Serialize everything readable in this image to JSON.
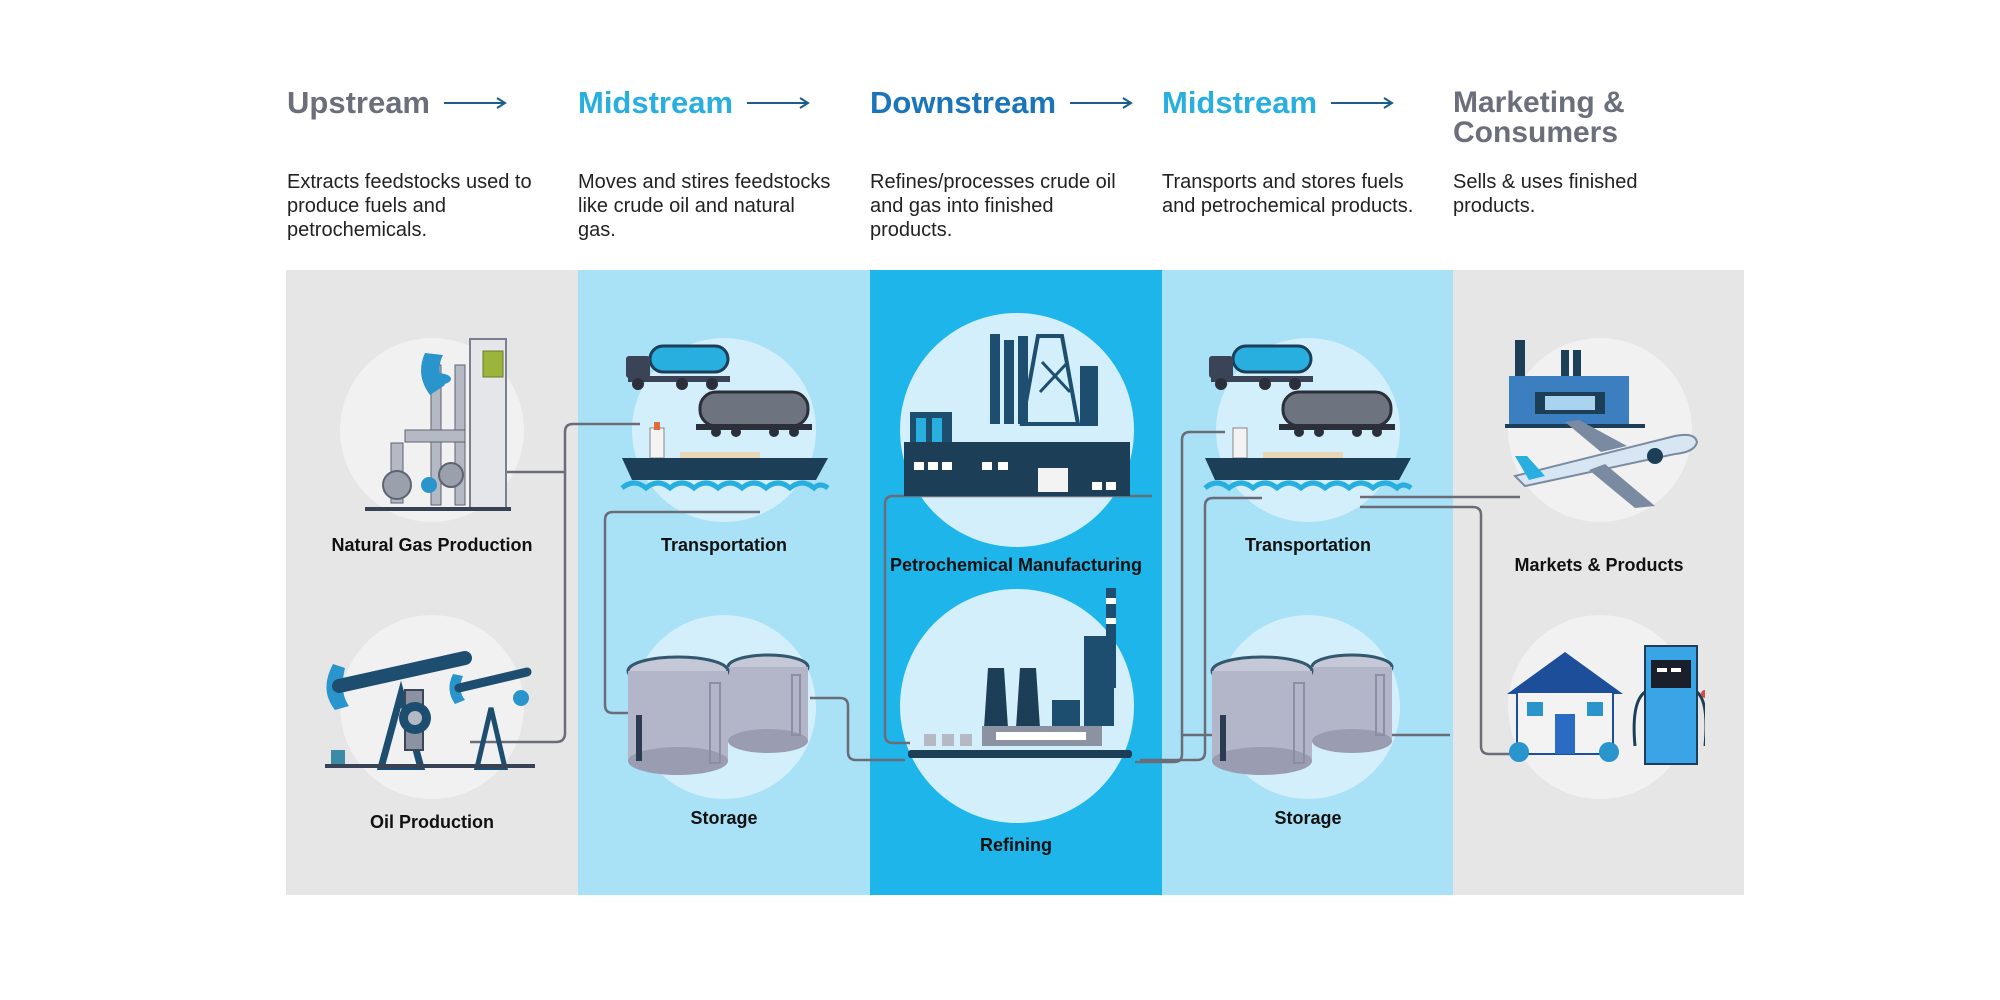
{
  "stages": [
    {
      "title": "Upstream",
      "desc": "Extracts feedstocks used to produce fuels and petrochemicals.",
      "color": "#6b6f7b",
      "arrow": true
    },
    {
      "title": "Midstream",
      "desc": "Moves and stires feedstocks like crude oil and natural gas.",
      "color": "#29aee0",
      "arrow": true
    },
    {
      "title": "Downstream",
      "desc": "Refines/processes crude oil and gas into finished products.",
      "color": "#1b75bb",
      "arrow": true
    },
    {
      "title": "Midstream",
      "desc": "Transports and stores fuels and petrochemical products.",
      "color": "#29aee0",
      "arrow": true
    },
    {
      "title": "Marketing & Consumers",
      "desc": "Sells & uses finished products.",
      "color": "#6b6f7b",
      "arrow": false
    }
  ],
  "captions": {
    "natural_gas": "Natural Gas Production",
    "oil": "Oil Production",
    "transport_1": "Transportation",
    "storage_1": "Storage",
    "petrochemical": "Petrochemical Manufacturing",
    "refining": "Refining",
    "transport_2": "Transportation",
    "storage_2": "Storage",
    "markets": "Markets & Products"
  },
  "colors": {
    "upstream_bg": "#e6e6e6",
    "midstream_bg": "#a9e1f6",
    "downstream_bg": "#1eb6ea",
    "marketing_bg": "#e6e6e6",
    "circle_light": "#f1f1f1",
    "circle_blue": "#d3effb",
    "connector": "#6a6d78"
  },
  "icons": {
    "natural_gas": "gas-well-valve-icon",
    "oil": "pumpjack-icon",
    "transport": "truck-train-ship-icon",
    "storage": "storage-tanks-icon",
    "petrochemical": "petrochemical-plant-icon",
    "refining": "refinery-icon",
    "markets": "factory-airplane-icon",
    "consumers": "house-fuel-pump-icon"
  }
}
